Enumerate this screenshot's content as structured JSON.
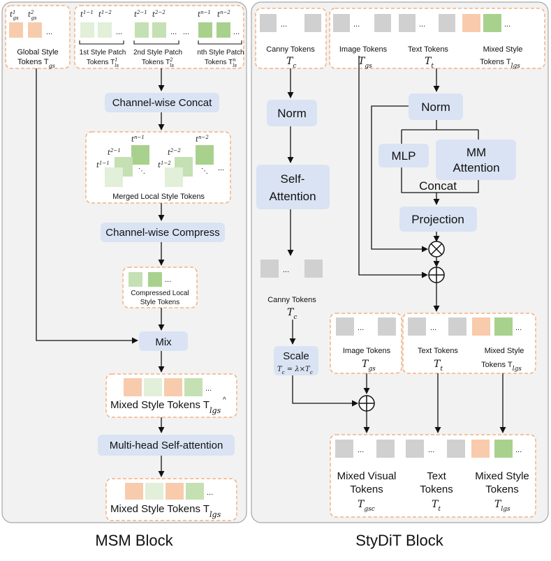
{
  "msm": {
    "caption": "MSM Block",
    "global_label": [
      "Global Style",
      "Tokens T"
    ],
    "global_sub": "gs",
    "gs_tok1": "t",
    "gs_tok1_sub": "gs",
    "gs_tok1_sup": "1",
    "gs_tok2": "t",
    "gs_tok2_sub": "gs",
    "gs_tok2_sup": "2",
    "patch1": [
      "1st Style Patch",
      "Tokens T"
    ],
    "patch1_tok_a": "t",
    "patch1_tok_a_sup": "1−1",
    "patch1_tok_b": "t",
    "patch1_tok_b_sup": "1−2",
    "patch2": [
      "2nd Style Patch",
      "Tokens T"
    ],
    "patch2_tok_a": "t",
    "patch2_tok_a_sup": "2−1",
    "patch2_tok_b": "t",
    "patch2_tok_b_sup": "2−2",
    "patchn": [
      "nth Style Patch",
      "Tokens T"
    ],
    "patchn_tok_a": "t",
    "patchn_tok_a_sup": "n−1",
    "patchn_tok_b": "t",
    "patchn_tok_b_sup": "n−2",
    "ls_sub": "ls",
    "patch1_sup": "1",
    "patch2_sup": "2",
    "patchn_sup": "n",
    "channel_concat": "Channel-wise Concat",
    "merged_label": "Merged Local Style Tokens",
    "channel_compress": "Channel-wise Compress",
    "compressed_label": [
      "Compressed Local",
      "Style Tokens"
    ],
    "mix": "Mix",
    "mixed_style_hat": "Mixed Style Tokens T",
    "mixed_style_hat_sub": "lgs",
    "hat": "^",
    "mhsa": "Multi-head Self-attention",
    "mixed_style_out": "Mixed Style Tokens T",
    "mixed_style_out_sub": "lgs",
    "dots": "..."
  },
  "stydit": {
    "caption": "StyDiT Block",
    "canny_tokens": "Canny Tokens",
    "canny_T": "T",
    "canny_sub": "c",
    "image_tokens": "Image Tokens",
    "image_T": "T",
    "image_sub": "gs",
    "text_tokens": "Text Tokens",
    "text_T": "T",
    "text_sub": "t",
    "mixed_style": [
      "Mixed Style",
      "Tokens T"
    ],
    "mixed_style_sub": "lgs",
    "norm": "Norm",
    "self_attention": [
      "Self-",
      "Attention"
    ],
    "mlp": "MLP",
    "mm_attention": [
      "MM",
      "Attention"
    ],
    "concat": "Concat",
    "projection": "Projection",
    "scale": "Scale",
    "scale_formula": "T",
    "scale_formula_sub": "c",
    "scale_formula_rhs": " = λ×T",
    "otimes": "⊗",
    "oplus": "⊕",
    "mixed_visual": [
      "Mixed Visual",
      "Tokens"
    ],
    "mixed_visual_T": "T",
    "mixed_visual_sub": "gsc",
    "text_out": [
      "Text",
      "Tokens"
    ],
    "mixed_style_out": [
      "Mixed Style",
      "Tokens"
    ],
    "dots": "..."
  },
  "colors": {
    "panel": "#f2f2f2",
    "dashed_border": "#f4b183",
    "operator_box": "#dae3f3",
    "orange_token": "#f8cbad",
    "green_token": "#a9d18e",
    "light_green_token": "#e2efd9",
    "gray_token": "#d0d0d0"
  },
  "icons": [
    "arrow-down-icon",
    "multiply-circle-icon",
    "plus-circle-icon"
  ]
}
